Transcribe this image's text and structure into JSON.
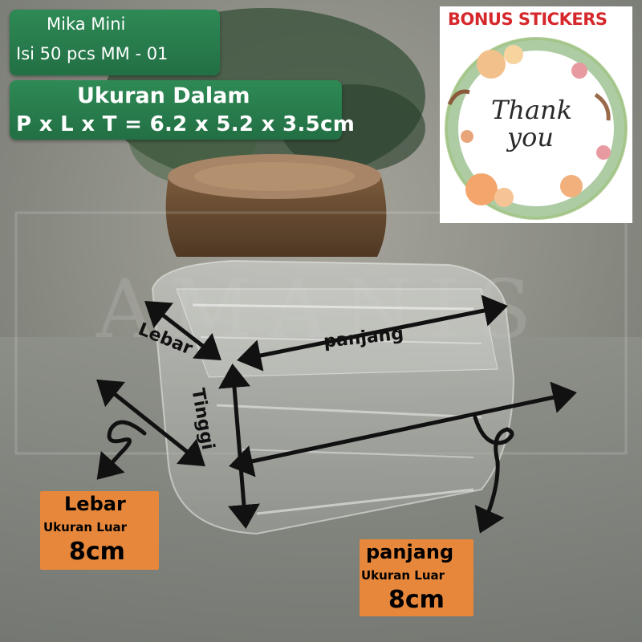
{
  "product": {
    "name": "Mika Mini",
    "quantity": "Isi 50 pcs MM - 01"
  },
  "inner_size": {
    "heading": "Ukuran Dalam",
    "dimensions": "P x L x T = 6.2 x 5.2 x 3.5cm"
  },
  "bonus": {
    "label": "BONUS STICKERS",
    "sticker_text_1": "Thank",
    "sticker_text_2": "you"
  },
  "dimension_labels": {
    "lebar": "Lebar",
    "panjang": "panjang",
    "tinggi": "Tinggi"
  },
  "outer_size": {
    "lebar": {
      "title": "Lebar",
      "subtitle": "Ukuran Luar",
      "value": "8cm"
    },
    "panjang": {
      "title": "panjang",
      "subtitle": "Ukuran Luar",
      "value": "8cm"
    }
  },
  "colors": {
    "accent_green": "#2e8a55",
    "accent_orange": "#e6873b",
    "sticker_red": "#d6282c"
  }
}
